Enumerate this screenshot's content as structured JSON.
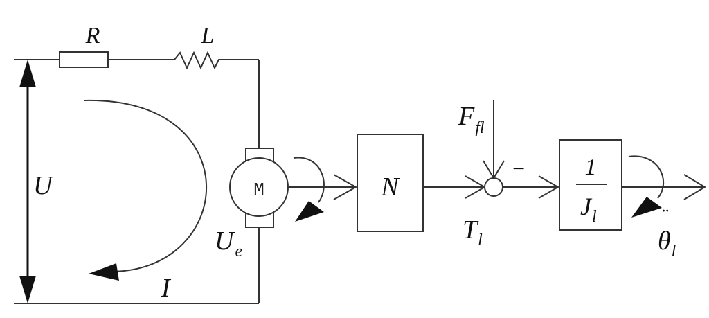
{
  "circuit": {
    "resistor_label": "R",
    "inductor_label": "L",
    "voltage_label": "U",
    "current_label": "I",
    "back_emf_label": "U",
    "back_emf_subscript": "e",
    "motor_label": "M"
  },
  "blocks": {
    "gear_ratio_label": "N",
    "load_torque_label": "T",
    "load_torque_subscript": "l",
    "friction_label": "F",
    "friction_subscript": "fl",
    "summing_sign": "−",
    "inertia_numerator": "1",
    "inertia_denominator": "J",
    "inertia_subscript": "l",
    "output_label": "θ",
    "output_accent": "¨",
    "output_subscript": "l"
  }
}
